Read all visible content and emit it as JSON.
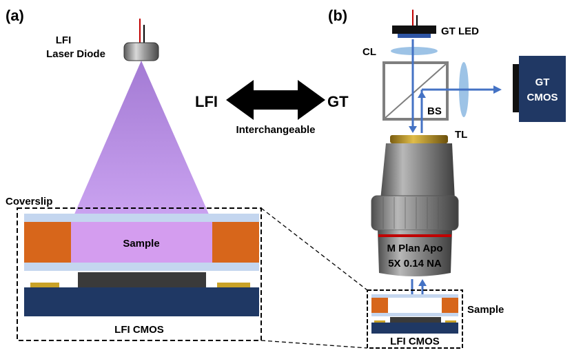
{
  "panel_a": {
    "tag": "(a)",
    "laser_label_1": "LFI",
    "laser_label_2": "Laser Diode",
    "coverslip": "Coverslip",
    "sample": "Sample",
    "sensor": "LFI CMOS"
  },
  "switch": {
    "left": "LFI",
    "right": "GT",
    "caption": "Interchangeable"
  },
  "panel_b": {
    "tag": "(b)",
    "led": "GT LED",
    "cl": "CL",
    "bs": "BS",
    "tl": "TL",
    "camera_1": "GT",
    "camera_2": "CMOS",
    "objective_1": "M Plan Apo",
    "objective_2": "5X 0.14 NA",
    "sample": "Sample",
    "sensor": "LFI CMOS"
  },
  "colors": {
    "beam_purple": "#a678d6",
    "sample_pink": "#e2a6f5",
    "spacer_orange": "#d7661b",
    "glass_blue": "#c4d6ef",
    "sensor_navy": "#1f3864",
    "pad_gold": "#c9a227",
    "arrow_blue": "#4472c4",
    "camera_blue": "#203864"
  }
}
